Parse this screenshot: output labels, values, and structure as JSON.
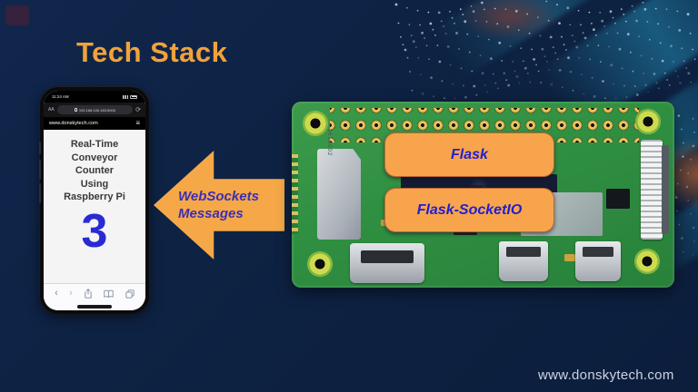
{
  "title": "Tech Stack",
  "watermark": "www.donskytech.com",
  "phone": {
    "status": {
      "time": "11:24 AM"
    },
    "url_bar": {
      "reader_button": "AA",
      "url": "192.168.100.163:5000",
      "refresh_glyph": "⟳"
    },
    "site_bar": {
      "site": "www.donskytech.com",
      "menu_glyph": "≡"
    },
    "heading_lines": [
      "Real-Time",
      "Conveyor",
      "Counter",
      "Using",
      "Raspberry Pi"
    ],
    "counter_value": "3",
    "toolbar": {
      "back_glyph": "‹",
      "forward_glyph": "›"
    }
  },
  "arrow": {
    "lines": [
      "WebSockets",
      "Messages"
    ]
  },
  "board": {
    "labels": [
      {
        "text": "Flask"
      },
      {
        "text": "Flask-SocketIO"
      }
    ],
    "sd_label": "3618002"
  },
  "colors": {
    "background": "#0d2141",
    "title_orange": "#f1a23b",
    "arrow_orange": "#f6a848",
    "label_fill": "#f8a44c",
    "label_text": "#1f1fd0",
    "arrow_text": "#3d2fb5",
    "counter_blue": "#2a2ad4",
    "board_green": "#2f8f41",
    "watermark_text": "#ccd4e2"
  }
}
